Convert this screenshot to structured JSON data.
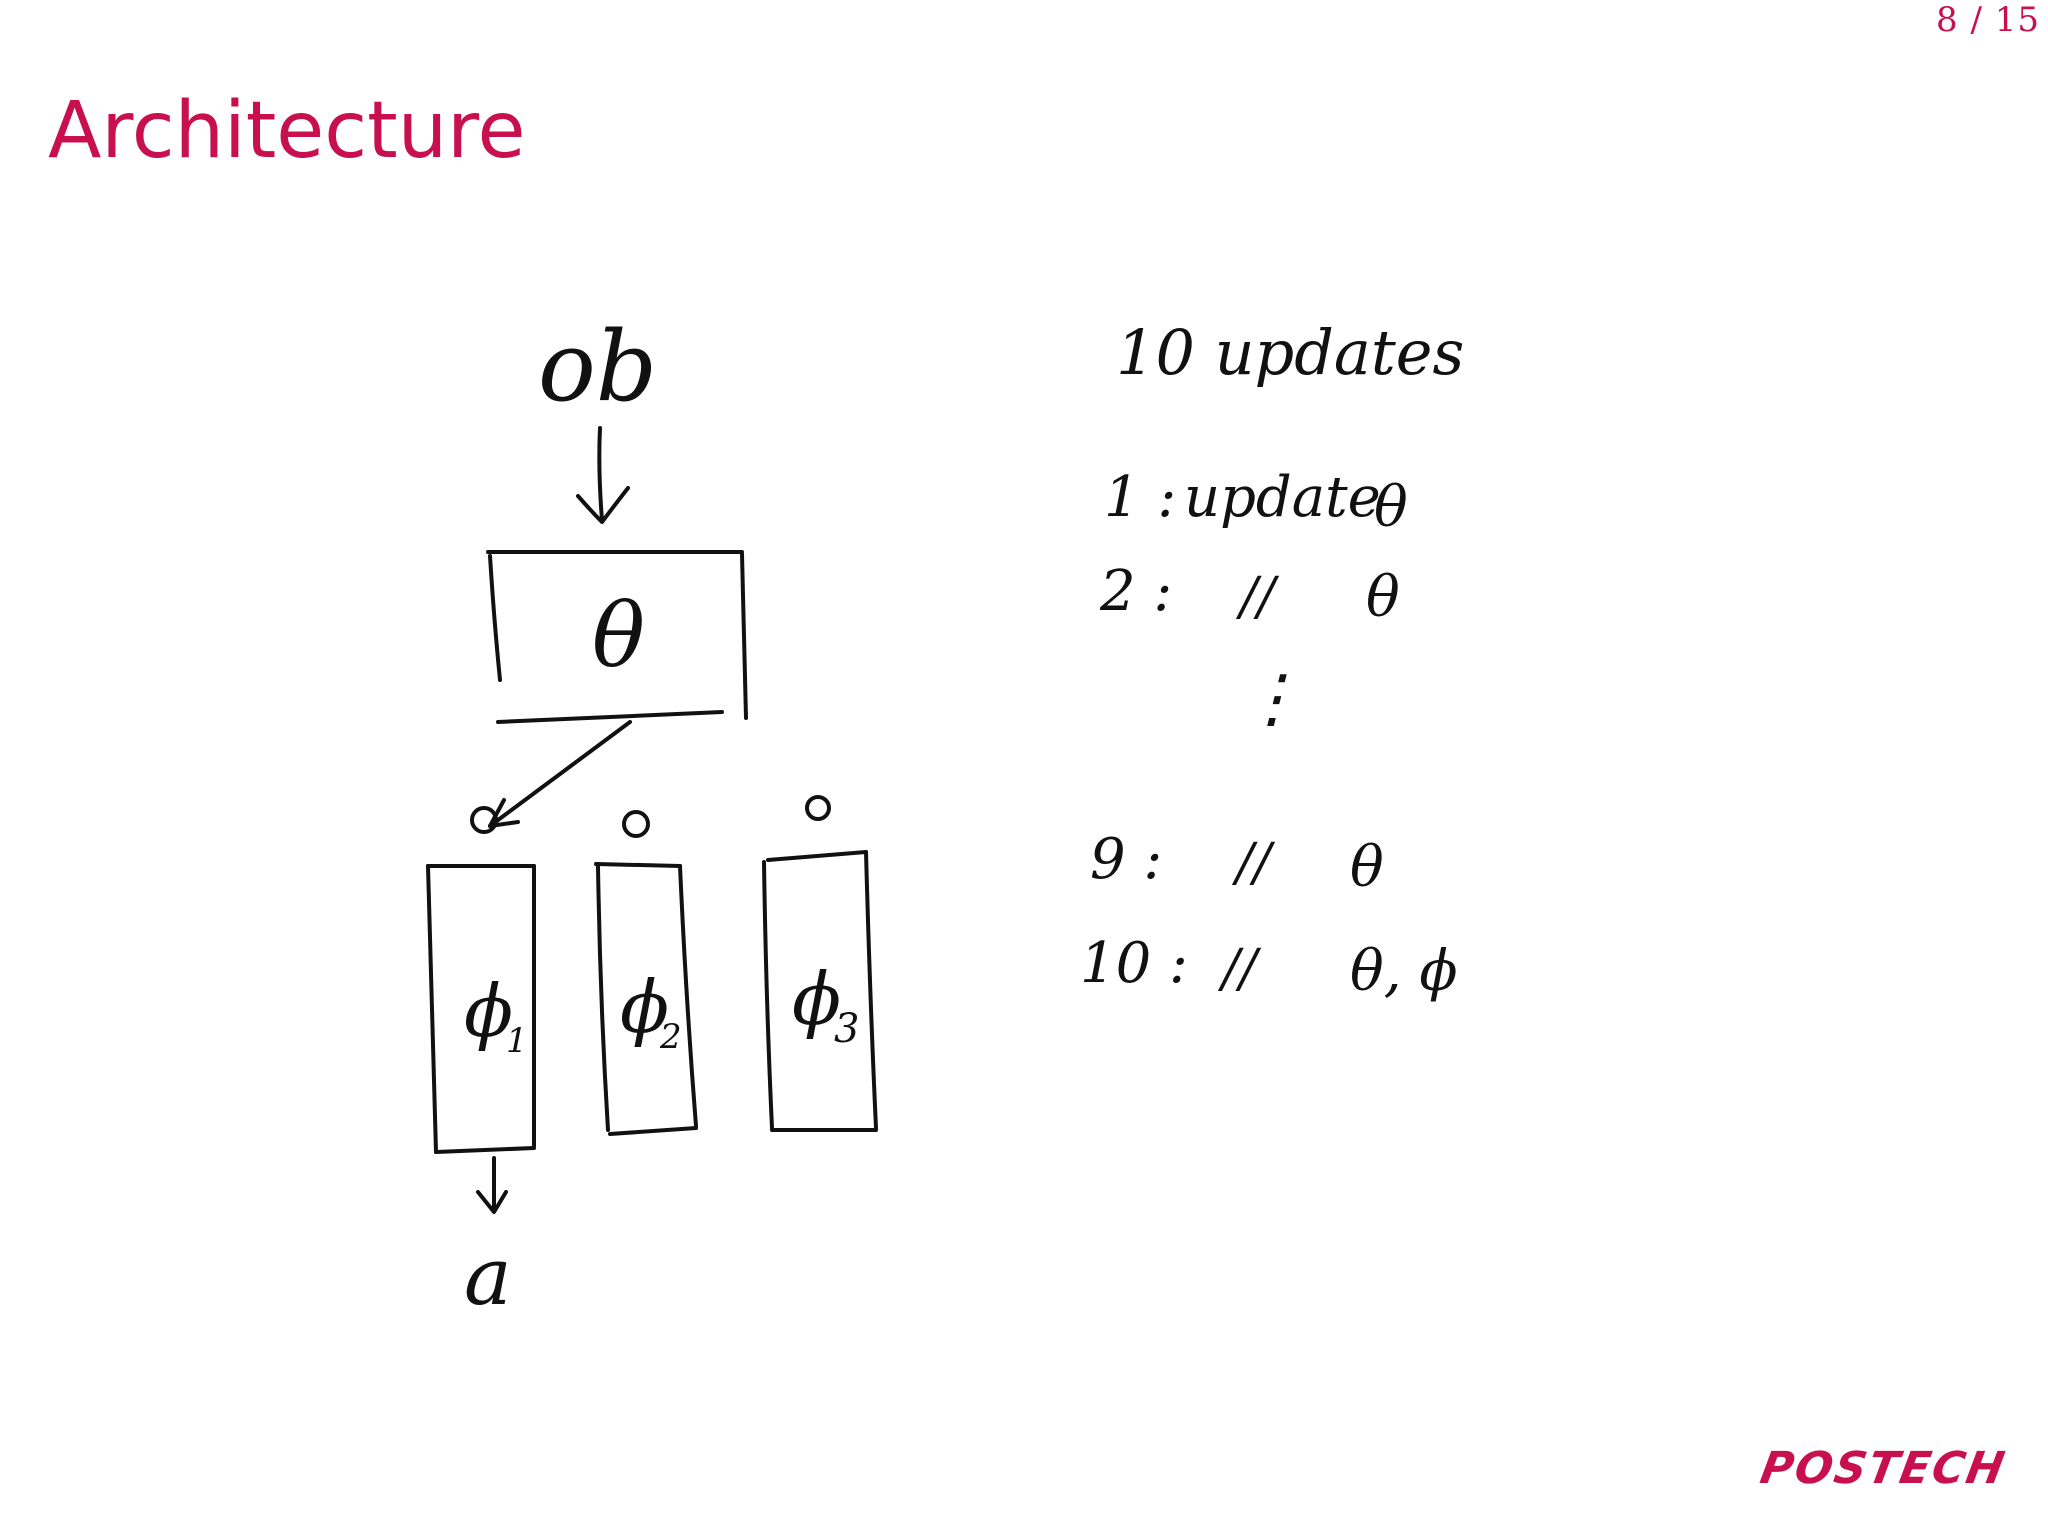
{
  "slide": {
    "page_number": "8 / 15",
    "title": "Architecture"
  },
  "diagram": {
    "input_label": "ob",
    "top_box_label": "θ",
    "column_labels": [
      {
        "symbol": "ϕ",
        "subscript": "1"
      },
      {
        "symbol": "ϕ",
        "subscript": "2"
      },
      {
        "symbol": "ϕ",
        "subscript": "3"
      }
    ],
    "output_label": "a"
  },
  "notes": {
    "heading": "10 updates",
    "lines": [
      {
        "step": "1 :",
        "action": "update",
        "params": "θ"
      },
      {
        "step": "2 :",
        "action": "//",
        "params": "θ"
      },
      {
        "step": "",
        "action": "⋮",
        "params": ""
      },
      {
        "step": "9 :",
        "action": "//",
        "params": "θ"
      },
      {
        "step": "10 :",
        "action": "//",
        "params": "θ, ϕ"
      }
    ]
  },
  "logo": {
    "text": "POSTECH"
  },
  "colors": {
    "accent": "#c8104e",
    "ink": "#111111"
  }
}
